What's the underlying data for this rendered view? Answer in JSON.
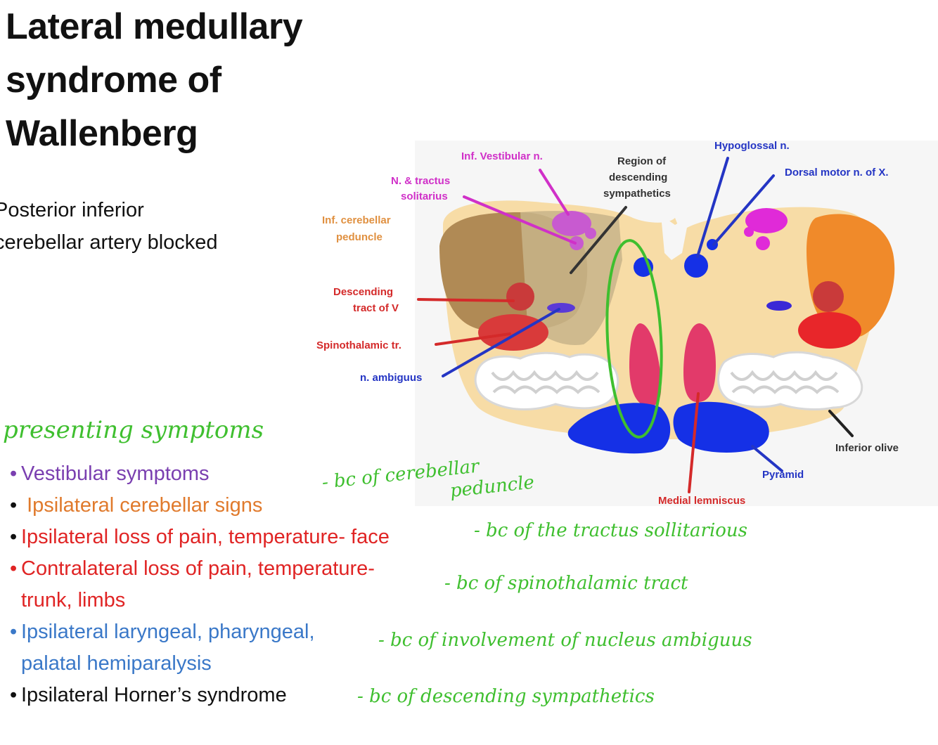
{
  "title": {
    "line1": "Lateral medullary",
    "line2": "syndrome of",
    "line3": "Wallenberg"
  },
  "subtitle": {
    "line1": "Posterior inferior",
    "line2": "cerebellar artery blocked"
  },
  "handwritten_heading": "presenting symptoms",
  "symptoms": [
    {
      "text": "Vestibular symptoms",
      "color": "#7a3fb0"
    },
    {
      "text": "Ipsilateral cerebellar signs",
      "color": "#e07a2c"
    },
    {
      "text": "Ipsilateral loss of pain, temperature- face",
      "color": "#e02424"
    },
    {
      "text": "Contralateral loss of pain, temperature-",
      "line2": "trunk, limbs",
      "color": "#e02424"
    },
    {
      "text": "Ipsilateral laryngeal, pharyngeal,",
      "line2": "palatal hemiparalysis",
      "color": "#3a78c8"
    },
    {
      "text": "Ipsilateral Horner’s syndrome",
      "color": "#111111"
    }
  ],
  "notes": {
    "cerebellar_1": "- bc of cerebellar",
    "cerebellar_2": "peduncle",
    "face": "- bc of the tractus sollitarious",
    "trunk": "- bc of spinothalamic tract",
    "laryngeal": "- bc of involvement of nucleus ambiguus",
    "horner": "- bc of descending sympathetics"
  },
  "diagram_labels": {
    "inf_vestibular": "Inf. Vestibular n.",
    "tractus_solitarius_1": "N. & tractus",
    "tractus_solitarius_2": "solitarius",
    "inf_cerebellar_1": "Inf. cerebellar",
    "inf_cerebellar_2": "peduncle",
    "descending_tract_1": "Descending",
    "descending_tract_2": "tract of V",
    "spinothalamic": "Spinothalamic tr.",
    "ambiguus": "n. ambiguus",
    "sympathetics_1": "Region of",
    "sympathetics_2": "descending",
    "sympathetics_3": "sympathetics",
    "hypoglossal": "Hypoglossal n.",
    "dorsal_motor": "Dorsal motor n. of X.",
    "inferior_olive": "Inferior olive",
    "pyramid": "Pyramid",
    "medial_lemniscus": "Medial lemniscus"
  },
  "colors": {
    "annotation_green": "#3fbf2f",
    "medulla": "#f7dca6",
    "peduncle": "#b08a55",
    "orange": "#f08a2a",
    "red": "#e8262a",
    "darkred": "#c93a3a",
    "blue": "#1530e6",
    "magenta": "#e02ad8",
    "pink": "#e23a6a",
    "label_orange": "#e09040",
    "label_red": "#d42a2a",
    "label_blue": "#2435c4",
    "label_magenta": "#d030c8"
  }
}
